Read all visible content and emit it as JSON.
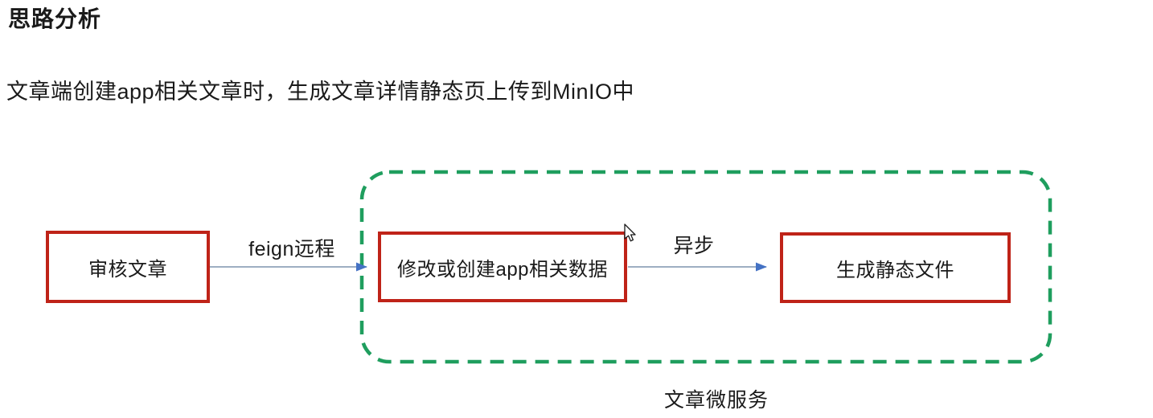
{
  "colors": {
    "text_color": "#1a1a1a",
    "node_border": "#bf2318",
    "container_border": "#1f9e5e",
    "arrow_line": "#7f93ad",
    "arrow_head": "#4472c4"
  },
  "page": {
    "title": "思路分析",
    "description": "文章端创建app相关文章时，生成文章详情静态页上传到MinIO中"
  },
  "diagram": {
    "nodes": [
      {
        "id": "review-article",
        "label": "审核文章"
      },
      {
        "id": "modify-or-create-app-data",
        "label": "修改或创建app相关数据"
      },
      {
        "id": "generate-static-file",
        "label": "生成静态文件"
      }
    ],
    "edges": [
      {
        "from": "review-article",
        "to": "modify-or-create-app-data",
        "label": "feign远程"
      },
      {
        "from": "modify-or-create-app-data",
        "to": "generate-static-file",
        "label": "异步"
      }
    ],
    "group": {
      "label": "文章微服务",
      "contains": [
        "modify-or-create-app-data",
        "generate-static-file"
      ]
    },
    "cursor": {
      "icon": "arrow-pointer"
    }
  }
}
